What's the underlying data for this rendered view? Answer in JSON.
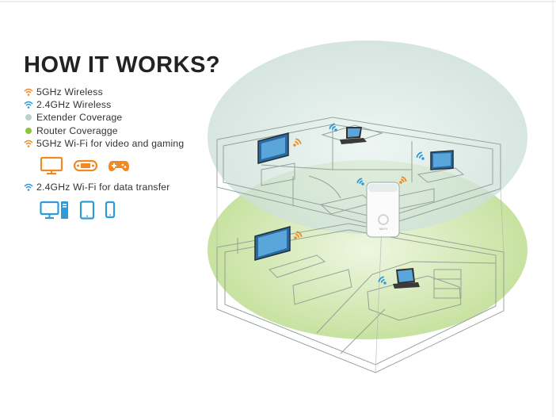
{
  "title": "HOW IT WORKS?",
  "legend": {
    "items": [
      {
        "label": "5GHz Wireless",
        "icon": "wifi-icon-orange"
      },
      {
        "label": "2.4GHz Wireless",
        "icon": "wifi-icon-blue"
      },
      {
        "label": "Extender Coverage",
        "icon": "dot-icon-gray"
      },
      {
        "label": "Router Coveragge",
        "icon": "dot-icon-green"
      },
      {
        "label": "5GHz Wi-Fi for video and gaming",
        "icon": "wifi-icon-orange"
      },
      {
        "label": "2.4GHz Wi-Fi for data transfer",
        "icon": "wifi-icon-blue"
      }
    ],
    "video_gaming_icons": [
      "tv-icon",
      "handheld-console-icon",
      "gamepad-icon"
    ],
    "data_transfer_icons": [
      "desktop-computer-icon",
      "tablet-icon",
      "smartphone-icon"
    ]
  },
  "device": {
    "label": "WI-FI"
  },
  "colors": {
    "orange": "#f08a24",
    "blue": "#2e9ad8",
    "extender_coverage": "#b7d3c8",
    "router_coverage": "#8cc63f"
  }
}
